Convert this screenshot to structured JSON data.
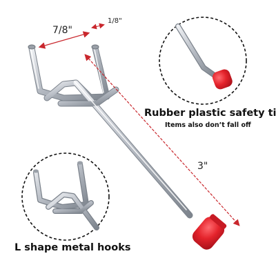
{
  "labels": {
    "width_dimension": "7/8\"",
    "wire_gauge": "1/8\"",
    "length_dimension": "3\"",
    "tip_title": "Rubber plastic safety tip",
    "tip_subtitle": "Items also don’t fall off",
    "hook_title": "L shape metal hooks"
  },
  "colors": {
    "metal": "#c9cdd3",
    "metal_dark": "#7b828b",
    "tip_red": "#e4232b",
    "dimension_line": "#c9272d",
    "text": "#111111"
  }
}
